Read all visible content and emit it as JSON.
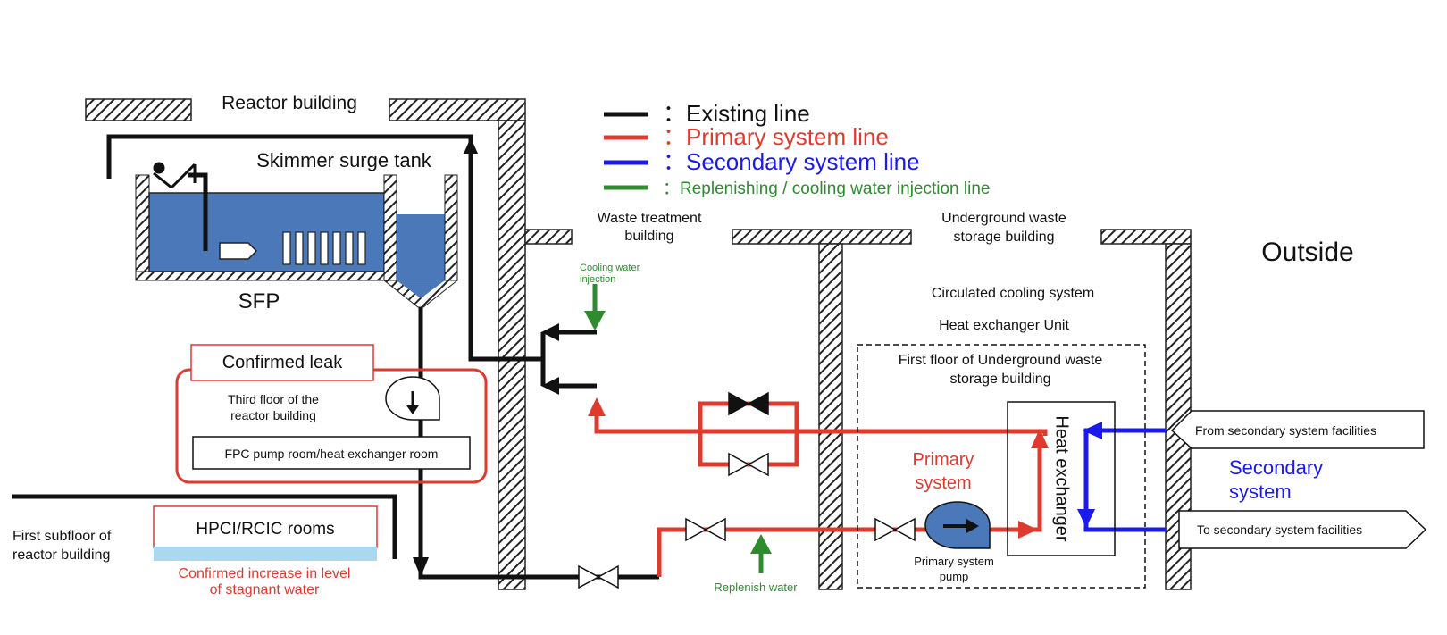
{
  "labels": {
    "reactor_building": "Reactor building",
    "skimmer_surge_tank": "Skimmer surge tank",
    "sfp": "SFP",
    "waste_treatment_building_1": "Waste treatment",
    "waste_treatment_building_2": "building",
    "underground_building_1": "Underground waste",
    "underground_building_2": "storage building",
    "outside": "Outside",
    "cooling_water_injection_1": "Cooling water",
    "cooling_water_injection_2": "injection",
    "circulated_cooling_system": "Circulated cooling system",
    "heat_exchanger_unit": "Heat exchanger Unit",
    "first_floor_underground_1": "First floor of Underground waste",
    "first_floor_underground_2": "storage building",
    "confirmed_leak": "Confirmed leak",
    "third_floor_1": "Third floor of the",
    "third_floor_2": "reactor building",
    "fpc_room": "FPC pump room/heat exchanger room",
    "first_subfloor_1": "First subfloor of",
    "first_subfloor_2": "reactor building",
    "hpci_rcic": "HPCI/RCIC rooms",
    "confirmed_increase_1": "Confirmed increase in level",
    "confirmed_increase_2": "of stagnant water",
    "primary_system_1": "Primary",
    "primary_system_2": "system",
    "heat_exchanger": "Heat exchanger",
    "primary_pump_1": "Primary system",
    "primary_pump_2": "pump",
    "from_secondary": "From secondary system facilities",
    "to_secondary": "To secondary system facilities",
    "secondary_system_1": "Secondary",
    "secondary_system_2": "system",
    "replenish_water": "Replenish water"
  },
  "legend": [
    {
      "text": "：Existing line",
      "color": "#111111"
    },
    {
      "text": "：Primary system line",
      "color": "#e03a2e"
    },
    {
      "text": "：Secondary system line",
      "color": "#1a1aee"
    },
    {
      "text": "：Replenishing / cooling water injection line",
      "color": "#2e8b2e"
    }
  ],
  "colors": {
    "existing": "#111111",
    "primary": "#e03a2e",
    "secondary": "#1a1aee",
    "replenish": "#2e8b2e",
    "water": "#4a78b8"
  }
}
